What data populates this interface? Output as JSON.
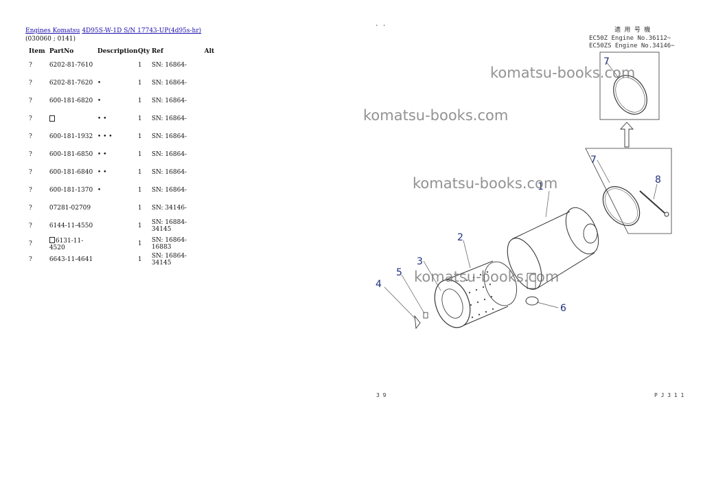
{
  "breadcrumb": {
    "part1": "Engines Komatsu",
    "part2": "4D95S-W-1D S/N 17743-UP(4d95s-hr)"
  },
  "section_code": "(030060 ; 0141)",
  "table": {
    "headers": [
      "Item",
      "PartNo",
      "Description",
      "Qty",
      "Ref",
      "Alt"
    ],
    "rows": [
      {
        "item": "?",
        "part": "6202-81-7610",
        "desc": "",
        "qty": "1",
        "ref": "SN: 16864-",
        "alt": "",
        "box": false
      },
      {
        "item": "?",
        "part": "6202-81-7620",
        "desc": "•",
        "qty": "1",
        "ref": "SN: 16864-",
        "alt": "",
        "box": false
      },
      {
        "item": "?",
        "part": "600-181-6820",
        "desc": "•",
        "qty": "1",
        "ref": "SN: 16864-",
        "alt": "",
        "box": false
      },
      {
        "item": "?",
        "part": "",
        "desc": "• •",
        "qty": "1",
        "ref": "SN: 16864-",
        "alt": "",
        "box": true
      },
      {
        "item": "?",
        "part": "600-181-1932",
        "desc": "• • •",
        "qty": "1",
        "ref": "SN: 16864-",
        "alt": "",
        "box": false
      },
      {
        "item": "?",
        "part": "600-181-6850",
        "desc": "• •",
        "qty": "1",
        "ref": "SN: 16864-",
        "alt": "",
        "box": false
      },
      {
        "item": "?",
        "part": "600-181-6840",
        "desc": "• •",
        "qty": "1",
        "ref": "SN: 16864-",
        "alt": "",
        "box": false
      },
      {
        "item": "?",
        "part": "600-181-1370",
        "desc": "•",
        "qty": "1",
        "ref": "SN: 16864-",
        "alt": "",
        "box": false
      },
      {
        "item": "?",
        "part": "07281-02709",
        "desc": "",
        "qty": "1",
        "ref": "SN: 34146-",
        "alt": "",
        "box": false
      },
      {
        "item": "?",
        "part": "6144-11-4550",
        "desc": "",
        "qty": "1",
        "ref": "SN: 16884-34145",
        "alt": "",
        "box": false
      },
      {
        "item": "?",
        "part": "6131-11-4520",
        "desc": "",
        "qty": "1",
        "ref": "SN: 16864-16883",
        "alt": "",
        "box": true
      },
      {
        "item": "?",
        "part": "6643-11-4641",
        "desc": "",
        "qty": "1",
        "ref": "SN: 16864-34145",
        "alt": "",
        "box": false
      }
    ]
  },
  "diagram": {
    "header_line1": "EC50Z  Engine No.36112~",
    "header_line2": "EC50ZS Engine No.34146~",
    "header_top": "適 用 号 機",
    "callouts": [
      "7",
      "7",
      "8",
      "1",
      "2",
      "3",
      "5",
      "4",
      "6"
    ],
    "watermark": "komatsu-books.com",
    "page_left": "3 9",
    "page_right": "P J 3 1 1",
    "top_dots": "· ·"
  }
}
